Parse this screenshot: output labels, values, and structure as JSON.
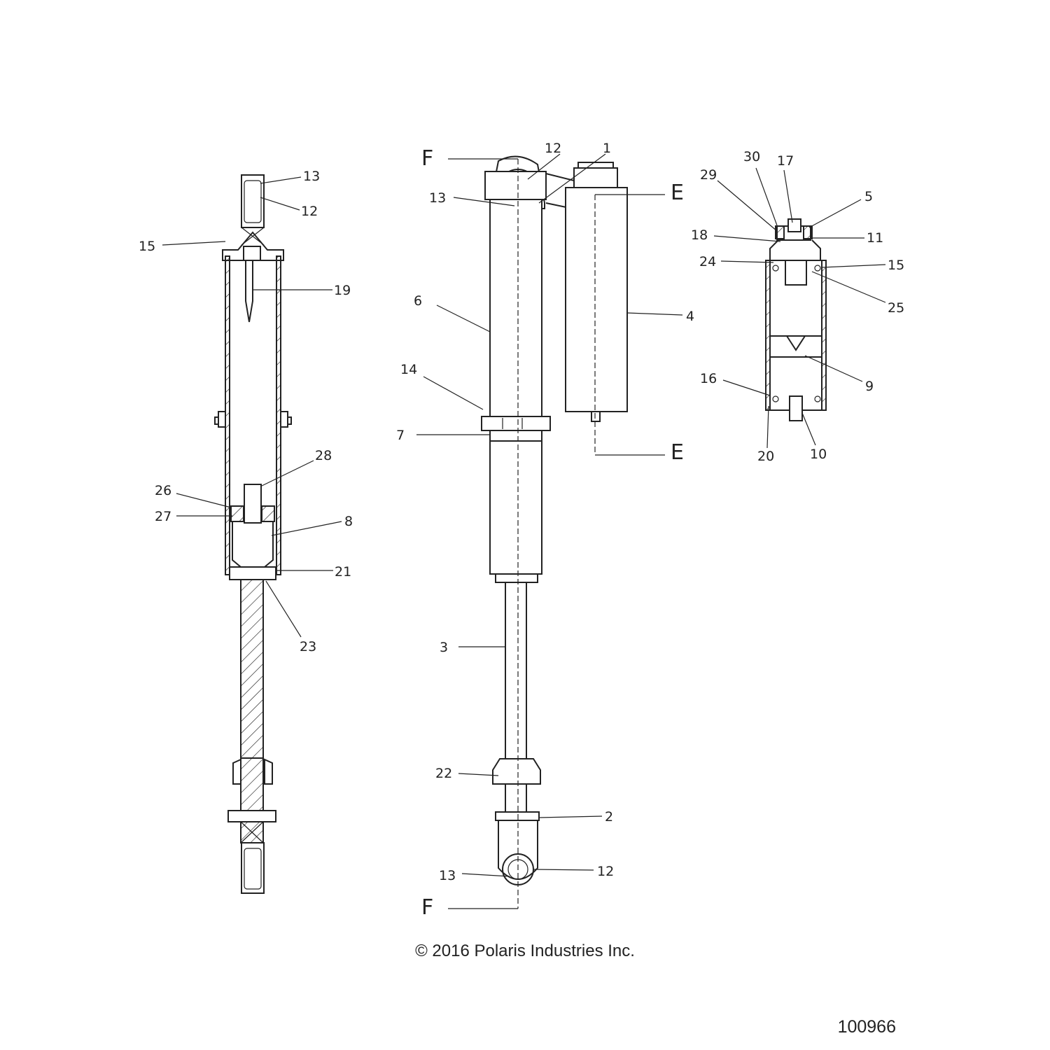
{
  "callouts": {
    "left": [
      "13",
      "12",
      "15",
      "19",
      "28",
      "26",
      "27",
      "8",
      "21",
      "23"
    ],
    "center": [
      "12",
      "1",
      "13",
      "6",
      "4",
      "14",
      "7",
      "3",
      "22",
      "2",
      "13",
      "12"
    ],
    "right": [
      "30",
      "17",
      "29",
      "5",
      "18",
      "11",
      "24",
      "15",
      "25",
      "9",
      "16",
      "20",
      "10"
    ]
  },
  "section_markers": {
    "f": "F",
    "e": "E"
  },
  "copyright": "© 2016 Polaris Industries Inc.",
  "figure_id": "100966"
}
